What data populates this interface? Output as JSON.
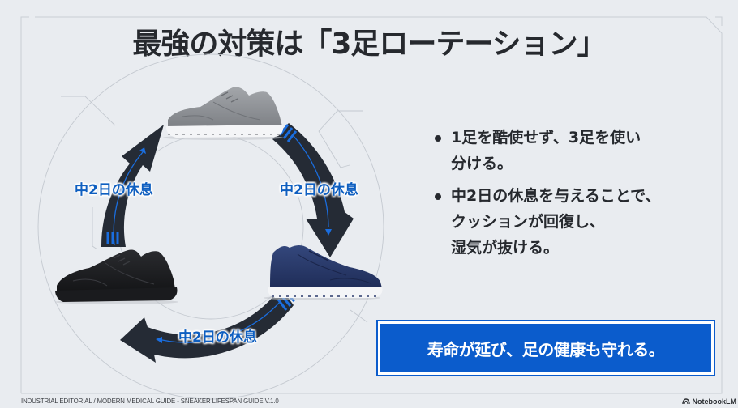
{
  "slide": {
    "title": "最強の対策は「3足ローテーション」",
    "colors": {
      "background": "#e9ecf0",
      "title_text": "#26292e",
      "accent_blue": "#0b5ccc",
      "label_blue": "#0f5fc0",
      "arrow_dark": "#252b35",
      "frame_line": "#c9ced5"
    }
  },
  "diagram": {
    "type": "rotation-cycle",
    "shoes": [
      {
        "name": "gray-sneaker",
        "position": "top",
        "color": "#8f9296"
      },
      {
        "name": "navy-sneaker",
        "position": "bottom-right",
        "color": "#2a3a6b"
      },
      {
        "name": "black-sneaker",
        "position": "bottom-left",
        "color": "#1c1d20"
      }
    ],
    "arrows": [
      {
        "from": "gray-sneaker",
        "to": "navy-sneaker",
        "label": "中2日の休息"
      },
      {
        "from": "navy-sneaker",
        "to": "black-sneaker",
        "label": "中2日の休息"
      },
      {
        "from": "black-sneaker",
        "to": "gray-sneaker",
        "label": "中2日の休息"
      }
    ]
  },
  "bullets": [
    {
      "text": "1足を酷使せず、3足を使い\n分ける。"
    },
    {
      "text": "中2日の休息を与えることで、\nクッションが回復し、\n湿気が抜ける。"
    }
  ],
  "callout": {
    "text": "寿命が延び、足の健康も守れる。"
  },
  "footer": {
    "left": "INDUSTRIAL EDITORIAL / MODERN MEDICAL GUIDE - SNEAKER LIFESPAN GUIDE V.1.0",
    "brand": "NotebookLM",
    "brand_icon": "notebooklm-logo-icon"
  }
}
